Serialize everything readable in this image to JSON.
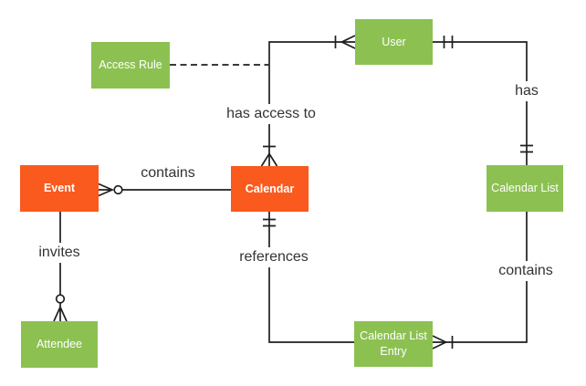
{
  "diagram": {
    "kind": "entity-relationship-diagram",
    "notation": "crows-foot"
  },
  "colors": {
    "entity_green": "#8CC152",
    "entity_orange": "#FA5A1E",
    "entity_text": "#FFFFFF",
    "line": "#1F1F1F",
    "label_text": "#333333",
    "background": "#FFFFFF"
  },
  "entities": {
    "event": {
      "label": "Event",
      "fill": "#FA5A1E",
      "text_color": "#FFFFFF"
    },
    "calendar": {
      "label": "Calendar",
      "fill": "#FA5A1E",
      "text_color": "#FFFFFF"
    },
    "access_rule": {
      "label": "Access Rule",
      "fill": "#8CC152",
      "text_color": "#FFFFFF"
    },
    "user": {
      "label": "User",
      "fill": "#8CC152",
      "text_color": "#FFFFFF"
    },
    "calendar_list": {
      "label": "Calendar List",
      "fill": "#8CC152",
      "text_color": "#FFFFFF"
    },
    "calendar_list_entry": {
      "label": "Calendar List Entry",
      "fill": "#8CC152",
      "text_color": "#FFFFFF"
    },
    "attendee": {
      "label": "Attendee",
      "fill": "#8CC152",
      "text_color": "#FFFFFF"
    }
  },
  "relationships": {
    "event_contains_calendar": {
      "label": "contains",
      "from": "Event",
      "to": "Calendar",
      "from_cardinality": "zero or many",
      "to_cardinality": "unmarked"
    },
    "calendar_has_access_to_user": {
      "label": "has access to",
      "from": "Calendar",
      "to": "User",
      "from_cardinality": "one or many",
      "to_cardinality": "one or many"
    },
    "access_rule_attachment": {
      "label": "",
      "from": "Access Rule",
      "to": "has access to relationship",
      "line_style": "dashed"
    },
    "user_has_calendar_list": {
      "label": "has",
      "from": "User",
      "to": "Calendar List",
      "from_cardinality": "one and only one",
      "to_cardinality": "one and only one"
    },
    "calendar_references_entry": {
      "label": "references",
      "from": "Calendar",
      "to": "Calendar List Entry",
      "from_cardinality": "one and only one",
      "to_cardinality": "unmarked"
    },
    "calendar_list_contains_entry": {
      "label": "contains",
      "from": "Calendar List",
      "to": "Calendar List Entry",
      "from_cardinality": "unmarked",
      "to_cardinality": "one or many"
    },
    "event_invites_attendee": {
      "label": "invites",
      "from": "Event",
      "to": "Attendee",
      "from_cardinality": "unmarked",
      "to_cardinality": "zero or many"
    }
  }
}
